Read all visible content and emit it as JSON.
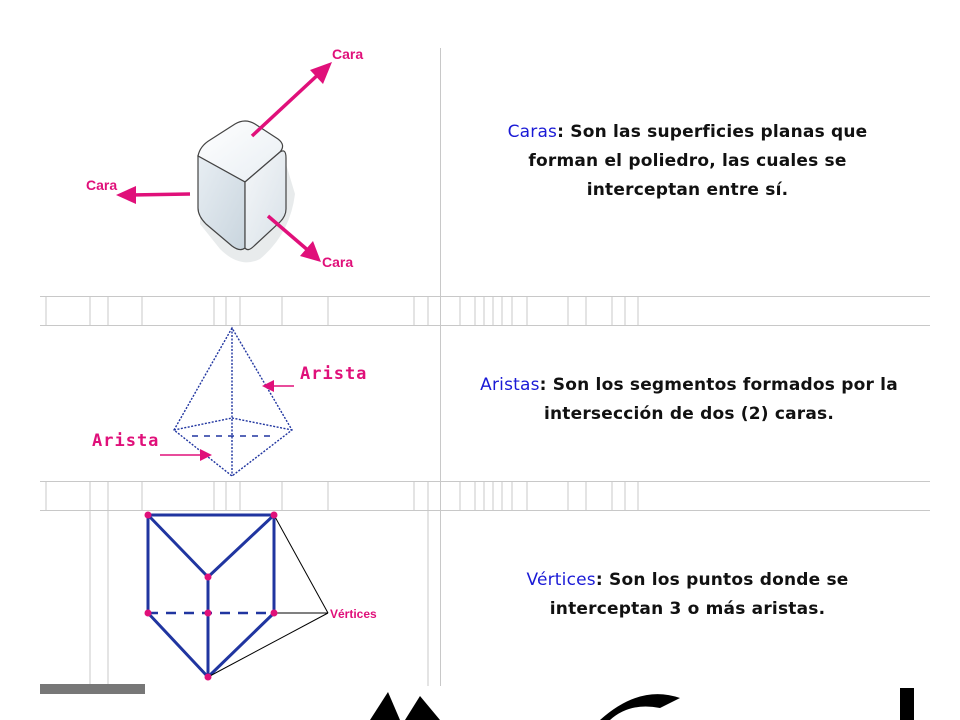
{
  "rows": [
    {
      "term": "Caras",
      "text_lines": [
        "Son las superficies planas que",
        "forman el  poliedro, las cuales se",
        "interceptan entre sí."
      ],
      "figure_labels": [
        "Cara",
        "Cara",
        "Cara"
      ]
    },
    {
      "term": "Aristas",
      "text_lines": [
        "Son los segmentos formados por la",
        "intersección de dos (2) caras."
      ],
      "figure_labels": [
        "Arista",
        "Arista"
      ]
    },
    {
      "term": "Vértices",
      "text_lines": [
        "Son los puntos donde se",
        "interceptan 3 o más aristas."
      ],
      "figure_labels": [
        "Vértices"
      ]
    }
  ],
  "colors": {
    "term": "#1a1ad6",
    "label": "#e0107a",
    "edge": "#2035a0",
    "grid": "#c8c8c8"
  }
}
